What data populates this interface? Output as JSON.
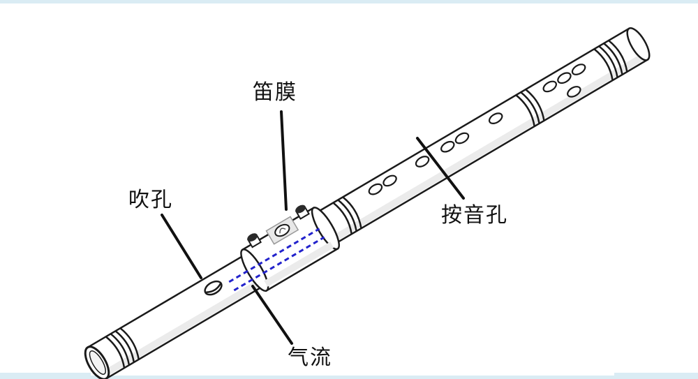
{
  "labels": {
    "membrane": "笛膜",
    "blow_hole": "吹孔",
    "finger_holes": "按音孔",
    "airflow": "气流"
  },
  "colors": {
    "outline": "#1a1a1a",
    "tube_fill": "#ffffff",
    "shade": "#e6e6e6",
    "airflow": "#2222cc",
    "frost": "#d6eaf3"
  }
}
